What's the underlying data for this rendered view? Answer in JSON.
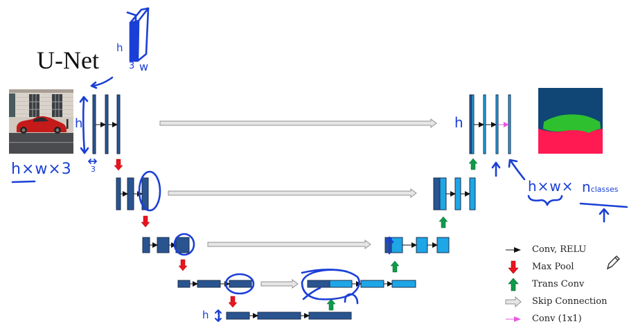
{
  "title": "U-Net",
  "colors": {
    "encoder_block": "#2a5490",
    "decoder_block": "#1ea6e6",
    "block_outline": "#1a2f4f",
    "maxpool_arrow": "#e8141e",
    "transconv_arrow": "#0e9a4a",
    "skip_fill": "#e6e6e6",
    "skip_stroke": "#909090",
    "conv_arrow": "#111111",
    "conv1x1_arrow": "#e45ae0",
    "ink": "#1a3fd6",
    "mask_background": "#0f4675",
    "mask_car": "#2fc02f",
    "mask_road": "#ff1a52"
  },
  "legend": {
    "items": [
      {
        "icon": "conv-relu-arrow-icon",
        "label": "Conv, RELU"
      },
      {
        "icon": "max-pool-arrow-icon",
        "label": "Max Pool"
      },
      {
        "icon": "trans-conv-arrow-icon",
        "label": "Trans Conv"
      },
      {
        "icon": "skip-connection-arrow-icon",
        "label": "Skip Connection"
      },
      {
        "icon": "conv-1x1-arrow-icon",
        "label": "Conv (1x1)"
      }
    ]
  },
  "annotations": {
    "input_dims": "h×w×3",
    "output_dims_hw": "h×w×",
    "output_dims_classes": "n",
    "output_dims_classes_sub": "classes",
    "volume_h": "h",
    "volume_3": "3",
    "volume_w": "w",
    "input_height": "h",
    "input_depth": "3",
    "output_height": "h",
    "bottleneck_height": "h"
  },
  "images": {
    "input": "car-photo",
    "output": "segmentation-mask"
  }
}
